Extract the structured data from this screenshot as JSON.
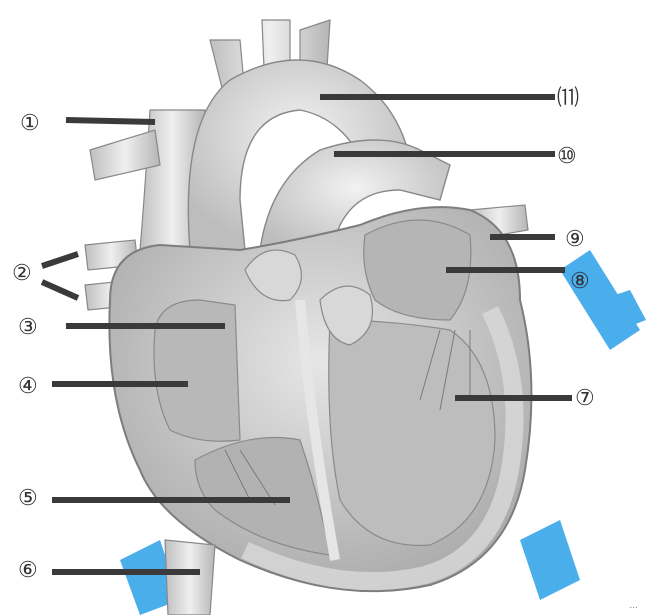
{
  "labels": [
    {
      "id": "1",
      "text": "①"
    },
    {
      "id": "2",
      "text": "②"
    },
    {
      "id": "3",
      "text": "③"
    },
    {
      "id": "4",
      "text": "④"
    },
    {
      "id": "5",
      "text": "⑤"
    },
    {
      "id": "6",
      "text": "⑥"
    },
    {
      "id": "7",
      "text": "⑦"
    },
    {
      "id": "8",
      "text": "⑧"
    },
    {
      "id": "9",
      "text": "⑨"
    },
    {
      "id": "10",
      "text": "⑩"
    },
    {
      "id": "11",
      "text": "⑾"
    }
  ],
  "colors": {
    "line": "#3a3a3a",
    "heart_light": "#e8e8e8",
    "heart_mid": "#c9c9c9",
    "heart_dark": "#9a9a9a",
    "watermark": "#2aa0e8"
  },
  "footer_text": "..."
}
